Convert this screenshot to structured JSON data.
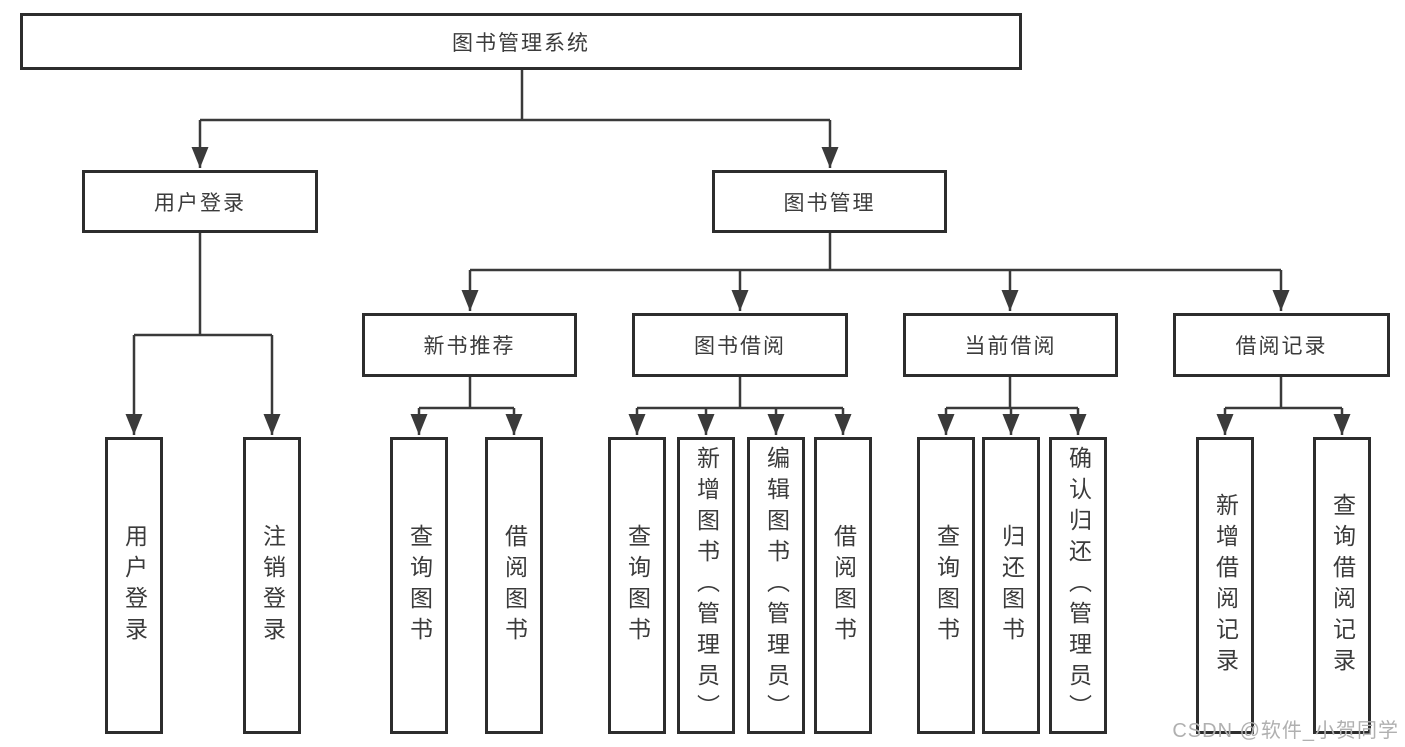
{
  "diagram_type": "hierarchy-tree",
  "tree": {
    "label": "图书管理系统",
    "children": [
      {
        "label": "用户登录",
        "children": [
          {
            "label": "用户登录"
          },
          {
            "label": "注销登录"
          }
        ]
      },
      {
        "label": "图书管理",
        "children": [
          {
            "label": "新书推荐",
            "children": [
              {
                "label": "查询图书"
              },
              {
                "label": "借阅图书"
              }
            ]
          },
          {
            "label": "图书借阅",
            "children": [
              {
                "label": "查询图书"
              },
              {
                "label": "新增图书（管理员）"
              },
              {
                "label": "编辑图书（管理员）"
              },
              {
                "label": "借阅图书"
              }
            ]
          },
          {
            "label": "当前借阅",
            "children": [
              {
                "label": "查询图书"
              },
              {
                "label": "归还图书"
              },
              {
                "label": "确认归还（管理员）"
              }
            ]
          },
          {
            "label": "借阅记录",
            "children": [
              {
                "label": "新增借阅记录"
              },
              {
                "label": "查询借阅记录"
              }
            ]
          }
        ]
      }
    ]
  },
  "watermark": {
    "text": "CSDN @软件_小贺同学"
  },
  "colors": {
    "box_border": "#2d2d2d",
    "line": "#3a3a3a",
    "text": "#3b3b3b",
    "background": "#ffffff",
    "watermark": "#b0b0b0"
  }
}
